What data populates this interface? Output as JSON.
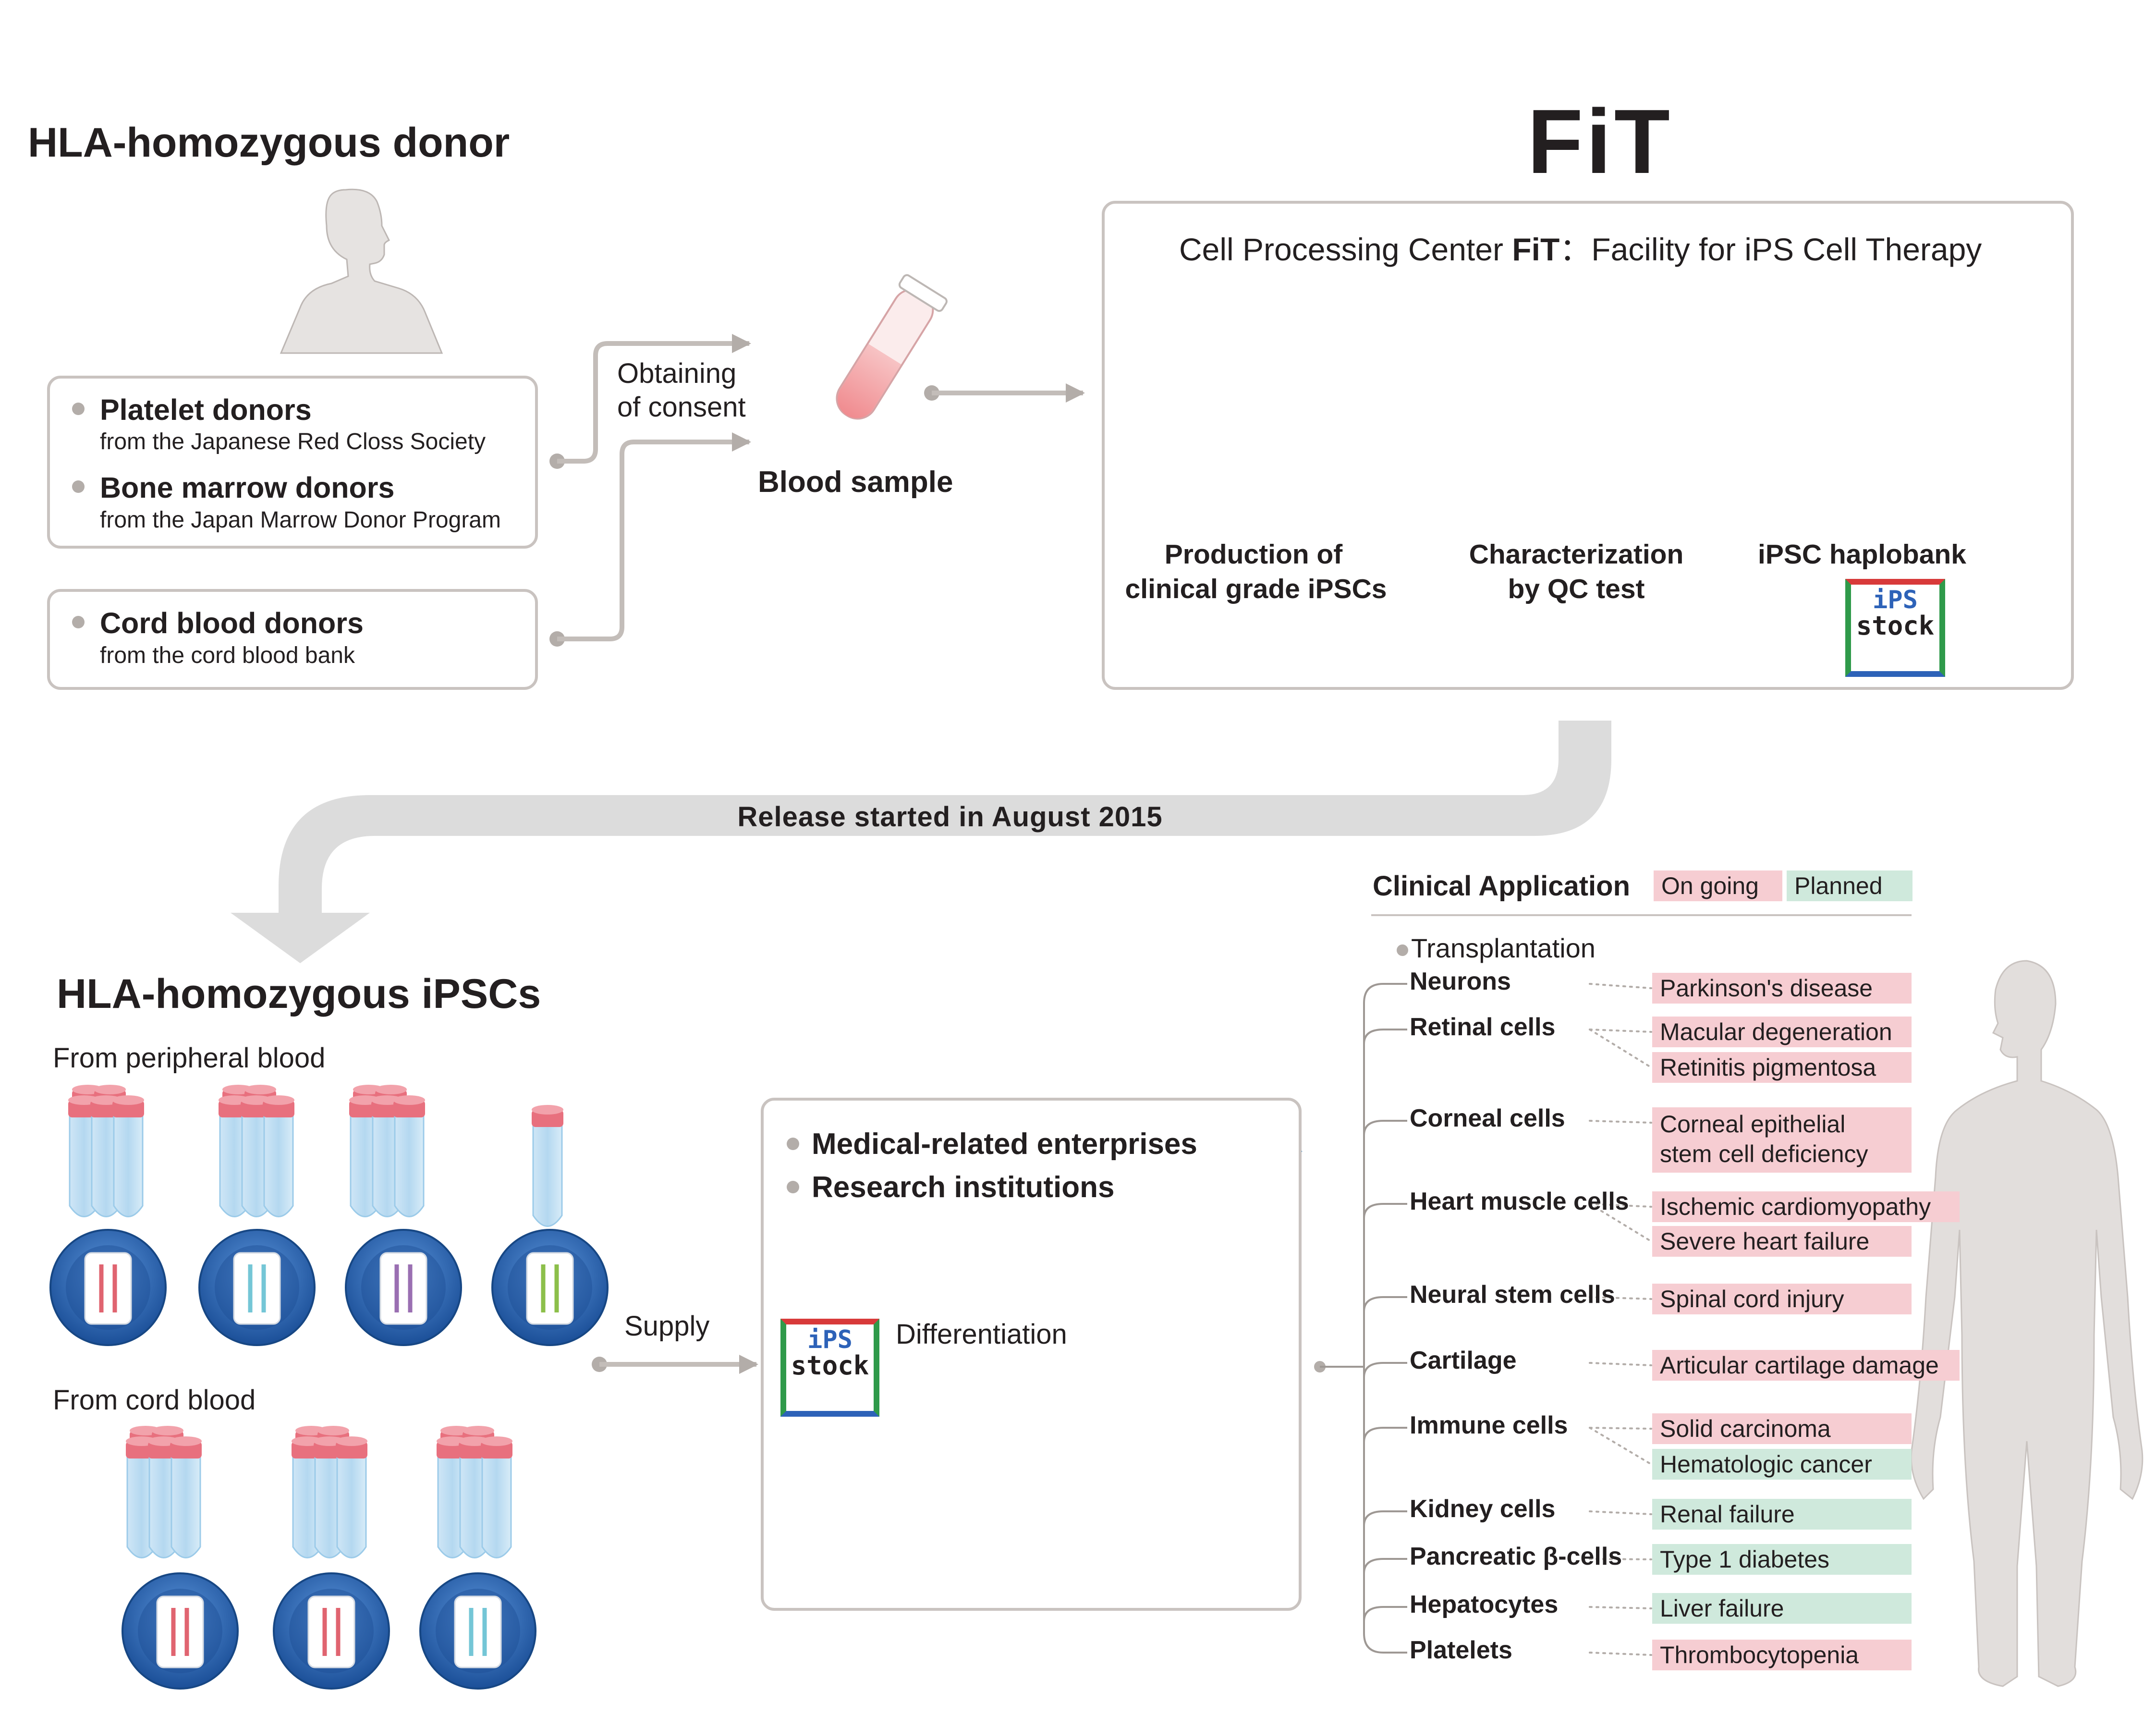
{
  "colors": {
    "ongoing": "#f6cdd2",
    "planned": "#cfe9dc",
    "box_border": "#c9c3c0",
    "cell_blue": "#2f6ec0",
    "cap_pink": "#e8707e"
  },
  "donor": {
    "title": "HLA-homozygous donor",
    "platelet_title": "Platelet donors",
    "platelet_sub": "from the Japanese Red Closs Society",
    "marrow_title": "Bone marrow donors",
    "marrow_sub": "from the Japan Marrow Donor Program",
    "cord_title": "Cord blood donors",
    "cord_sub": "from the cord blood bank"
  },
  "flow": {
    "consent_line1": "Obtaining",
    "consent_line2": "of consent",
    "blood_sample": "Blood sample",
    "release": "Release started in August 2015",
    "supply": "Supply",
    "differentiation": "Differentiation"
  },
  "fit": {
    "logo": "FiT",
    "header_prefix": "Cell Processing Center ",
    "header_bold": "FiT",
    "header_suffix": "：Facility for iPS Cell Therapy",
    "production_l1": "Production of",
    "production_l2": "clinical grade iPSCs",
    "qc_l1": "Characterization",
    "qc_l2": "by QC test",
    "haplobank": "iPSC haplobank",
    "stock_top": "iPS",
    "stock_bottom": "stock"
  },
  "ipsc": {
    "title": "HLA-homozygous iPSCs",
    "peripheral": "From peripheral blood",
    "cord": "From cord blood"
  },
  "users": {
    "item1": "Medical-related enterprises",
    "item2": "Research institutions"
  },
  "clinical": {
    "title": "Clinical Application",
    "legend_ongoing": "On going",
    "legend_planned": "Planned",
    "section": "Transplantation",
    "rows": [
      {
        "cell": "Neurons",
        "diseases": [
          {
            "name": "Parkinson's disease",
            "status": "ongoing"
          }
        ]
      },
      {
        "cell": "Retinal cells",
        "diseases": [
          {
            "name": "Macular degeneration",
            "status": "ongoing"
          },
          {
            "name": "Retinitis pigmentosa",
            "status": "ongoing"
          }
        ]
      },
      {
        "cell": "Corneal cells",
        "diseases": [
          {
            "name": "Corneal epithelial",
            "name2": "stem cell deficiency",
            "status": "ongoing"
          }
        ]
      },
      {
        "cell": "Heart muscle cells",
        "diseases": [
          {
            "name": "Ischemic cardiomyopathy",
            "status": "ongoing"
          },
          {
            "name": "Severe heart failure",
            "status": "ongoing"
          }
        ]
      },
      {
        "cell": "Neural stem cells",
        "diseases": [
          {
            "name": "Spinal cord injury",
            "status": "ongoing"
          }
        ]
      },
      {
        "cell": "Cartilage",
        "diseases": [
          {
            "name": "Articular cartilage damage",
            "status": "ongoing"
          }
        ]
      },
      {
        "cell": "Immune cells",
        "diseases": [
          {
            "name": "Solid carcinoma",
            "status": "ongoing"
          },
          {
            "name": "Hematologic cancer",
            "status": "planned"
          }
        ]
      },
      {
        "cell": "Kidney cells",
        "diseases": [
          {
            "name": "Renal failure",
            "status": "planned"
          }
        ]
      },
      {
        "cell": "Pancreatic β-cells",
        "diseases": [
          {
            "name": "Type 1 diabetes",
            "status": "planned"
          }
        ]
      },
      {
        "cell": "Hepatocytes",
        "diseases": [
          {
            "name": "Liver failure",
            "status": "planned"
          }
        ]
      },
      {
        "cell": "Platelets",
        "diseases": [
          {
            "name": "Thrombocytopenia",
            "status": "ongoing"
          }
        ]
      }
    ]
  }
}
